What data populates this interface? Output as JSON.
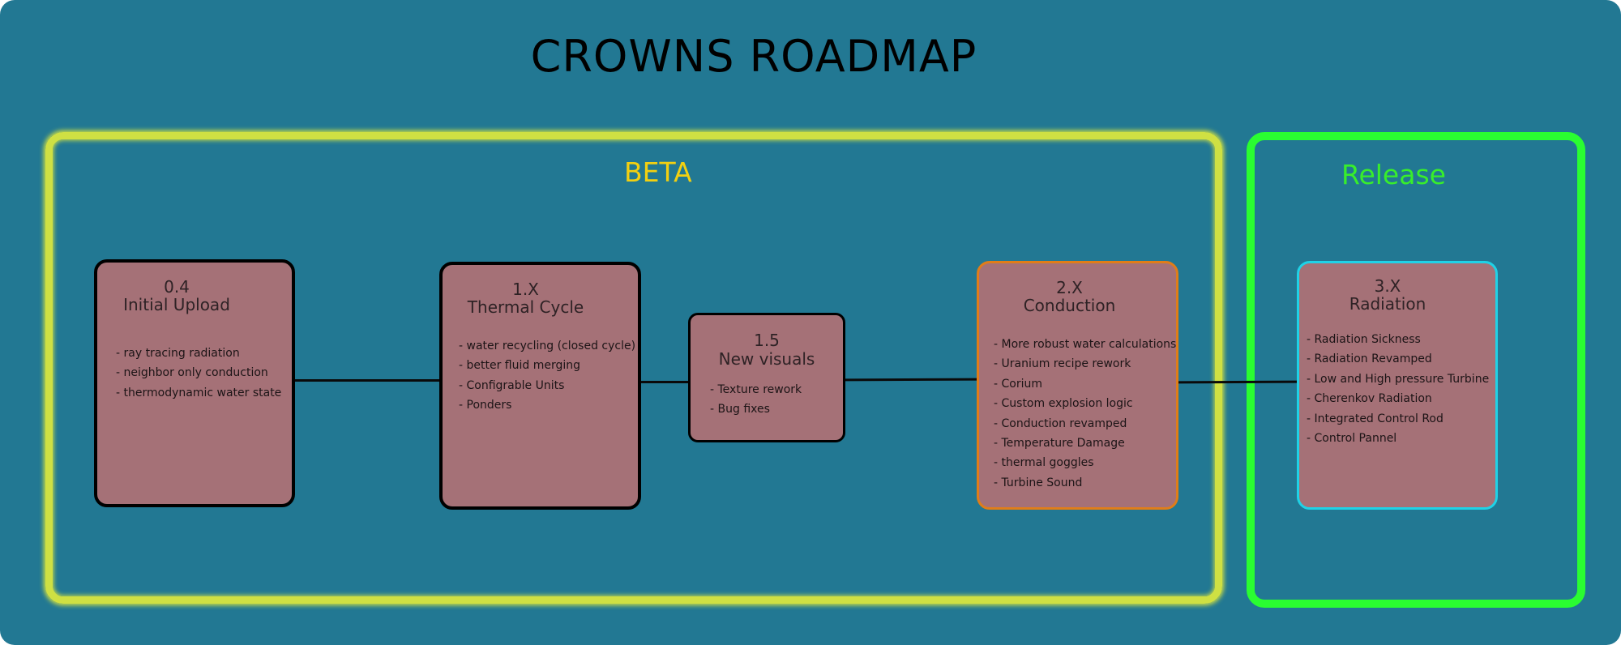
{
  "title": "CROWNS ROADMAP",
  "groups": {
    "beta": {
      "label": "BETA",
      "color": "#cfe043",
      "label_color": "#f3d011"
    },
    "release": {
      "label": "Release",
      "color": "#2afd31",
      "label_color": "#38ee2b"
    }
  },
  "nodes": [
    {
      "id": "0.4",
      "version": "0.4",
      "name": "Initial Upload",
      "border_color": "#000000",
      "items": [
        "- ray tracing radiation",
        "- neighbor only conduction",
        "- thermodynamic water state"
      ]
    },
    {
      "id": "1.X",
      "version": "1.X",
      "name": "Thermal Cycle",
      "border_color": "#000000",
      "items": [
        "- water recycling (closed cycle)",
        "- better fluid merging",
        "- Configrable Units",
        "- Ponders"
      ]
    },
    {
      "id": "1.5",
      "version": "1.5",
      "name": "New visuals",
      "border_color": "#000000",
      "items": [
        "- Texture rework",
        "- Bug fixes"
      ]
    },
    {
      "id": "2.X",
      "version": "2.X",
      "name": "Conduction",
      "border_color": "#e07d19",
      "items": [
        "- More robust water calculations",
        "- Uranium recipe rework",
        "- Corium",
        "- Custom explosion logic",
        "- Conduction revamped",
        "- Temperature Damage",
        "- thermal goggles",
        "- Turbine Sound"
      ]
    },
    {
      "id": "3.X",
      "version": "3.X",
      "name": "Radiation",
      "border_color": "#1fd2e6",
      "items": [
        "- Radiation Sickness",
        "- Radiation Revamped",
        "- Low and High pressure Turbine",
        "- Cherenkov Radiation",
        "- Integrated Control Rod",
        "- Control Pannel"
      ]
    }
  ],
  "edges": [
    {
      "from": "0.4",
      "to": "1.X"
    },
    {
      "from": "1.X",
      "to": "1.5"
    },
    {
      "from": "1.5",
      "to": "2.X"
    },
    {
      "from": "2.X",
      "to": "3.X"
    }
  ]
}
